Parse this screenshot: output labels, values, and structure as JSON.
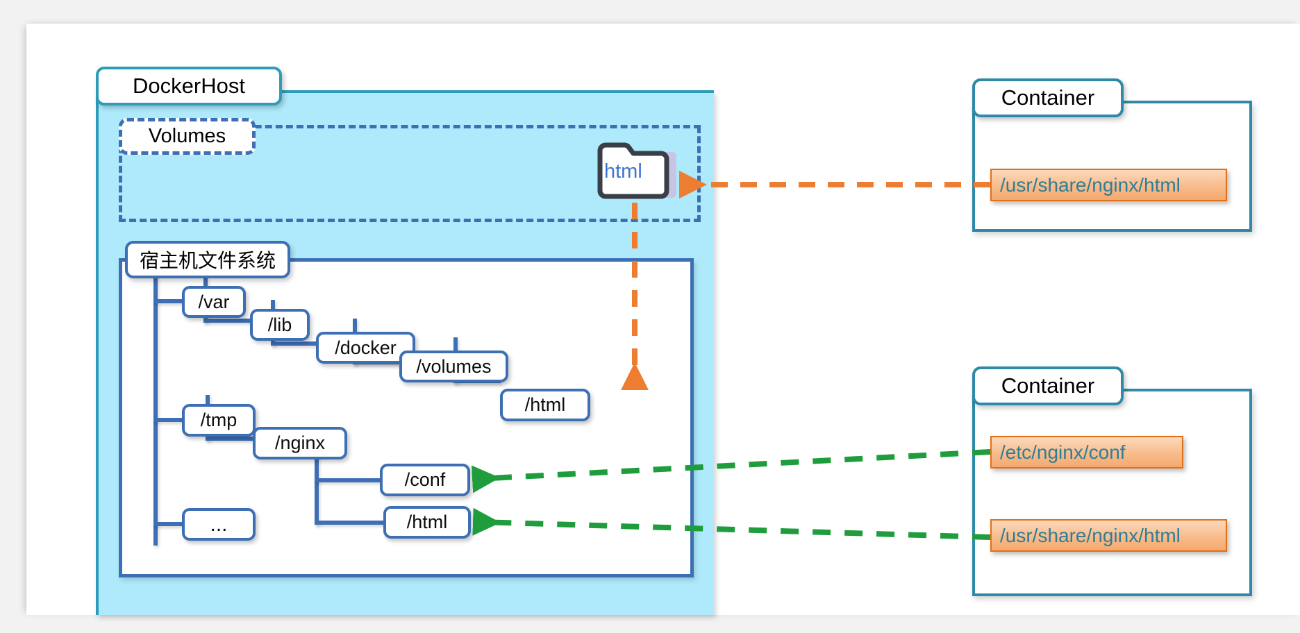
{
  "diagram": {
    "title": "Docker volume mapping between host filesystem and containers",
    "colors": {
      "dockerhost_fill": "#aeeafc",
      "dockerhost_border": "#2e9cb8",
      "volumes_border": "#3d6fb4",
      "tree_border": "#3d6fb4",
      "container_border": "#2e8aa8",
      "path_box_fill": "#f8bc8c",
      "path_box_border": "#e0701a",
      "path_box_text": "#2e7e96",
      "orange_arrow": "#ed7d31",
      "green_arrow": "#1f9c3c",
      "folder_text": "#3f74d0"
    }
  },
  "dockerhost": {
    "label": "DockerHost"
  },
  "volumes": {
    "label": "Volumes",
    "folder": {
      "name": "html",
      "icon": "folder-icon"
    }
  },
  "hostfs": {
    "label": "宿主机文件系统",
    "nodes": [
      {
        "id": "var",
        "label": "/var"
      },
      {
        "id": "lib",
        "label": "/lib"
      },
      {
        "id": "docker",
        "label": "/docker"
      },
      {
        "id": "volumes",
        "label": "/volumes"
      },
      {
        "id": "html1",
        "label": "/html"
      },
      {
        "id": "tmp",
        "label": "/tmp"
      },
      {
        "id": "nginx",
        "label": "/nginx"
      },
      {
        "id": "conf",
        "label": "/conf"
      },
      {
        "id": "html2",
        "label": "/html"
      },
      {
        "id": "more",
        "label": "..."
      }
    ]
  },
  "containers": [
    {
      "id": "container-top",
      "label": "Container",
      "paths": [
        {
          "id": "path-usr-share-nginx-html-top",
          "label": "/usr/share/nginx/html"
        }
      ]
    },
    {
      "id": "container-bottom",
      "label": "Container",
      "paths": [
        {
          "id": "path-etc-nginx-conf",
          "label": "/etc/nginx/conf"
        },
        {
          "id": "path-usr-share-nginx-html-bottom",
          "label": "/usr/share/nginx/html"
        }
      ]
    }
  ],
  "connections": [
    {
      "id": "conn-volume-to-container-top",
      "style": "dashed",
      "color": "#ed7d31",
      "from": "path-usr-share-nginx-html-top",
      "to": "volumes.folder.html"
    },
    {
      "id": "conn-folder-to-host-html",
      "style": "dashed",
      "color": "#ed7d31",
      "from": "volumes.folder.html",
      "to": "html1"
    },
    {
      "id": "conn-container-conf-to-host",
      "style": "dashed",
      "color": "#1f9c3c",
      "from": "path-etc-nginx-conf",
      "to": "conf"
    },
    {
      "id": "conn-container-html-to-host",
      "style": "dashed",
      "color": "#1f9c3c",
      "from": "path-usr-share-nginx-html-bottom",
      "to": "html2"
    }
  ]
}
